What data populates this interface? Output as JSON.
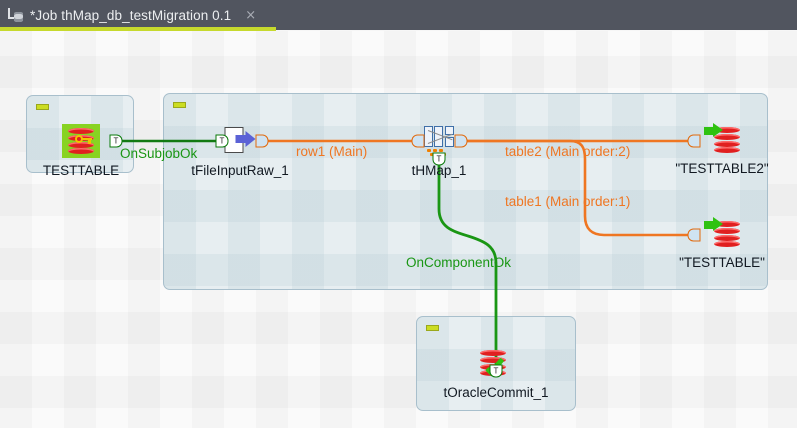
{
  "window": {
    "tab": {
      "icon": "job-tab-icon",
      "title": "*Job thMap_db_testMigration 0.1",
      "close": "×",
      "underline_color": "#c6d92d"
    }
  },
  "canvas": {
    "subjobs": [
      {
        "name": "subjob-left",
        "collapse_icon": "collapse-minus-icon"
      },
      {
        "name": "subjob-main",
        "collapse_icon": "collapse-minus-icon"
      },
      {
        "name": "subjob-commit",
        "collapse_icon": "collapse-minus-icon"
      }
    ],
    "components": [
      {
        "id": "testtable-source",
        "label": "TESTTABLE",
        "icon": "database-key-icon"
      },
      {
        "id": "tfileinputraw-1",
        "label": "tFileInputRaw_1",
        "icon": "file-input-raw-icon"
      },
      {
        "id": "thmap-1",
        "label": "tHMap_1",
        "icon": "hmap-mapping-icon"
      },
      {
        "id": "testtable2-out",
        "label": "\"TESTTABLE2\"",
        "icon": "database-output-icon"
      },
      {
        "id": "testtable-out",
        "label": "\"TESTTABLE\"",
        "icon": "database-output-icon"
      },
      {
        "id": "toraclecommit-1",
        "label": "tOracleCommit_1",
        "icon": "database-commit-icon"
      }
    ],
    "links": [
      {
        "id": "link-onsubjobok",
        "label": "OnSubjobOk",
        "color": "#127a12",
        "kind": "trigger"
      },
      {
        "id": "link-row1",
        "label": "row1 (Main)",
        "color": "#ef7622",
        "kind": "main"
      },
      {
        "id": "link-table2",
        "label": "table2 (Main order:2)",
        "color": "#ef7622",
        "kind": "main"
      },
      {
        "id": "link-table1",
        "label": "table1 (Main order:1)",
        "color": "#ef7622",
        "kind": "main"
      },
      {
        "id": "link-oncomponentok",
        "label": "OnComponentOk",
        "color": "#1a9614",
        "kind": "trigger"
      }
    ],
    "ports": {
      "trigger_glyph": "T",
      "main_glyph": ""
    }
  }
}
